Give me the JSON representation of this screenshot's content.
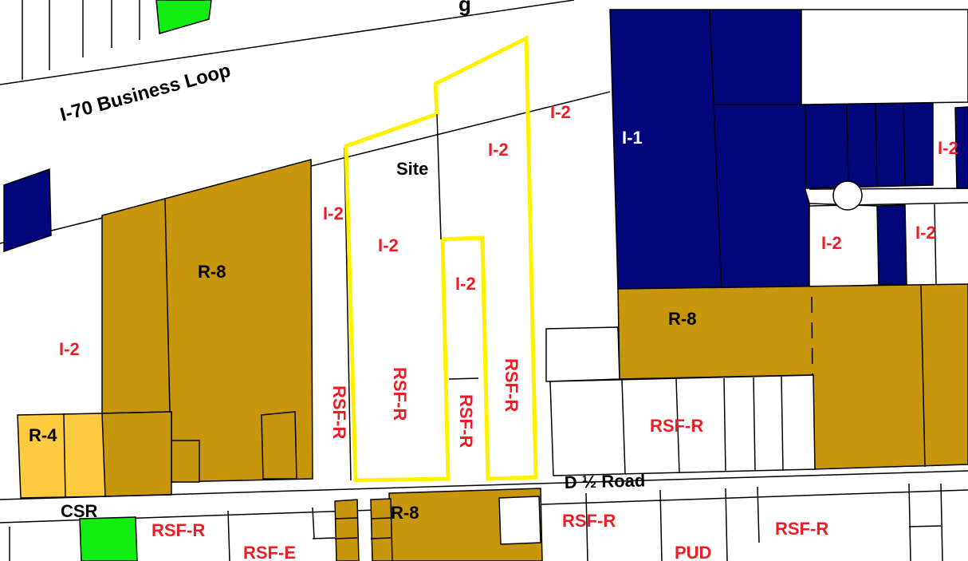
{
  "map": {
    "title_partial": "g",
    "road_labels": {
      "business_loop": "I-70 Business Loop",
      "d_half_road": "D ½ Road"
    },
    "site_label": "Site",
    "zones": {
      "i2_upper_center": "I-2",
      "i2_site_upper": "I-2",
      "i2_far_right": "I-2",
      "i2_left_mid": "I-2",
      "i2_site_mid": "I-2",
      "i2_site_inner": "I-2",
      "i2_right_a": "I-2",
      "i2_right_b": "I-2",
      "i2_far_left": "I-2",
      "i1": "I-1",
      "r8_left": "R-8",
      "r8_right": "R-8",
      "r8_bottom": "R-8",
      "r4": "R-4",
      "csr": "CSR",
      "rsfr_a": "RSF-R",
      "rsfr_b": "RSF-R",
      "rsfr_c": "RSF-R",
      "rsfr_d": "RSF-R",
      "rsfr_right": "RSF-R",
      "rsfr_bottom_left": "RSF-R",
      "rsfr_bottom_mid": "RSF-R",
      "rsfr_bottom_right": "RSF-R",
      "rsfe": "RSF-E",
      "pud": "PUD"
    },
    "colors": {
      "i2_industrial": "#ffffff",
      "i1_light_industrial": "#03067a",
      "r8_residential": "#c8960c",
      "r4_residential": "#fdca40",
      "csr_open_space": "#12ee12",
      "site_outline": "#fff200",
      "zone_label": "#ee1c24"
    }
  }
}
